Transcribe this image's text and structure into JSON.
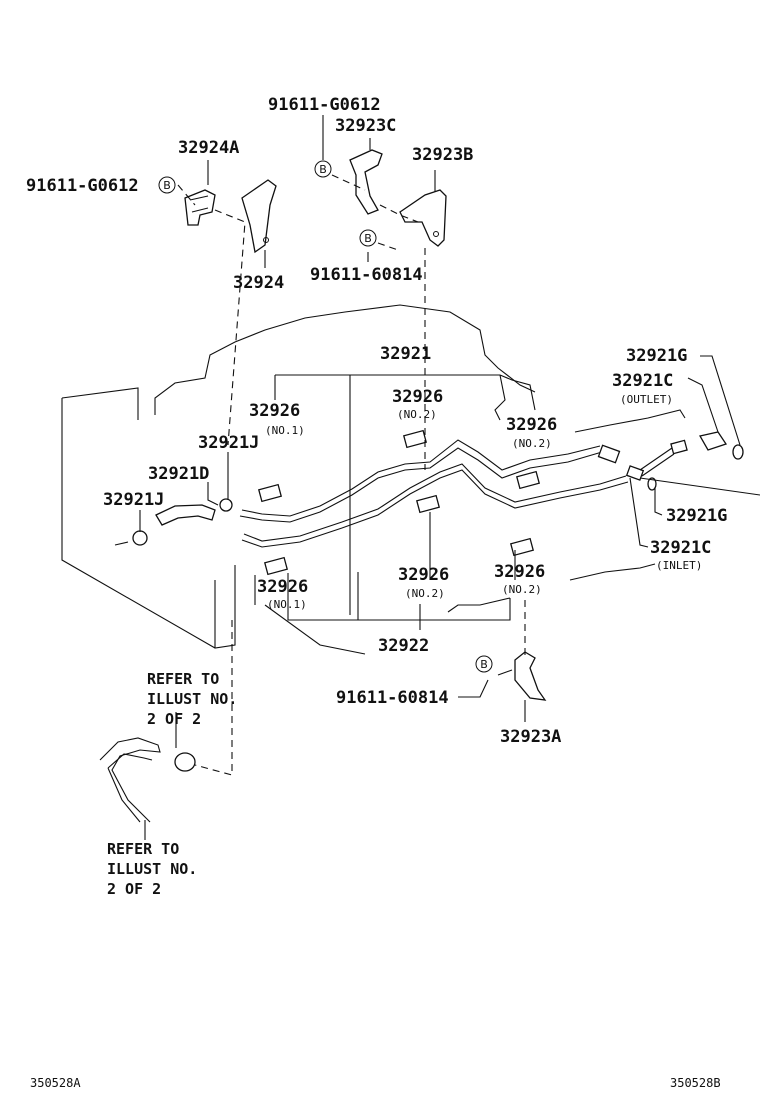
{
  "labels": {
    "p91611_G0612_top": "91611-G0612",
    "p32923C": "32923C",
    "p32924A": "32924A",
    "p91611_G0612_left": "91611-G0612",
    "p32923B": "32923B",
    "p91611_60814_top": "91611-60814",
    "p32924": "32924",
    "p32921": "32921",
    "p32921G_top": "32921G",
    "p32921C_top": "32921C",
    "outlet": "(OUTLET)",
    "p32926_a": "32926",
    "p32926_a_sub": "(NO.1)",
    "p32926_b": "32926",
    "p32926_b_sub": "(NO.2)",
    "p32926_c": "32926",
    "p32926_c_sub": "(NO.2)",
    "p32921J_top": "32921J",
    "p32921D": "32921D",
    "p32921J_left": "32921J",
    "p32921G_right": "32921G",
    "p32921C_right": "32921C",
    "inlet": "(INLET)",
    "p32926_d": "32926",
    "p32926_d_sub": "(NO.1)",
    "p32926_e": "32926",
    "p32926_e_sub": "(NO.2)",
    "p32926_f": "32926",
    "p32926_f_sub": "(NO.2)",
    "p32922": "32922",
    "p91611_60814_bot": "91611-60814",
    "p32923A": "32923A",
    "refer1_l1": "REFER TO",
    "refer1_l2": "ILLUST NO.",
    "refer1_l3": "2 OF 2",
    "refer2_l1": "REFER TO",
    "refer2_l2": "ILLUST NO.",
    "refer2_l3": "2 OF 2",
    "marker_b": "B",
    "footer_left": "350528A",
    "footer_right": "350528B"
  }
}
